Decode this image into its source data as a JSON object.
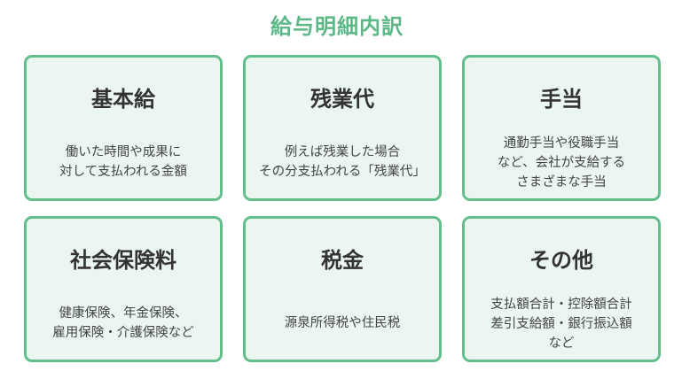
{
  "title": "給与明細内訳",
  "cards": [
    {
      "title": "基本給",
      "lines": [
        "働いた時間や成果に",
        "対して支払われる金額"
      ]
    },
    {
      "title": "残業代",
      "lines": [
        "例えば残業した場合",
        "その分支払われる「残業代」"
      ]
    },
    {
      "title": "手当",
      "lines": [
        "通勤手当や役職手当",
        "など、会社が支給する",
        "さまざまな手当"
      ]
    },
    {
      "title": "社会保険料",
      "lines": [
        "健康保険、年金保険、",
        "雇用保険・介護保険など"
      ]
    },
    {
      "title": "税金",
      "lines": [
        "源泉所得税や住民税"
      ]
    },
    {
      "title": "その他",
      "lines": [
        "支払額合計・控除額合計",
        "差引支給額・銀行振込額",
        "など"
      ]
    }
  ],
  "colors": {
    "accent": "#5cb887",
    "card_border": "#62bf8c",
    "card_background": "#eaf6ef",
    "text_dark": "#333333"
  }
}
